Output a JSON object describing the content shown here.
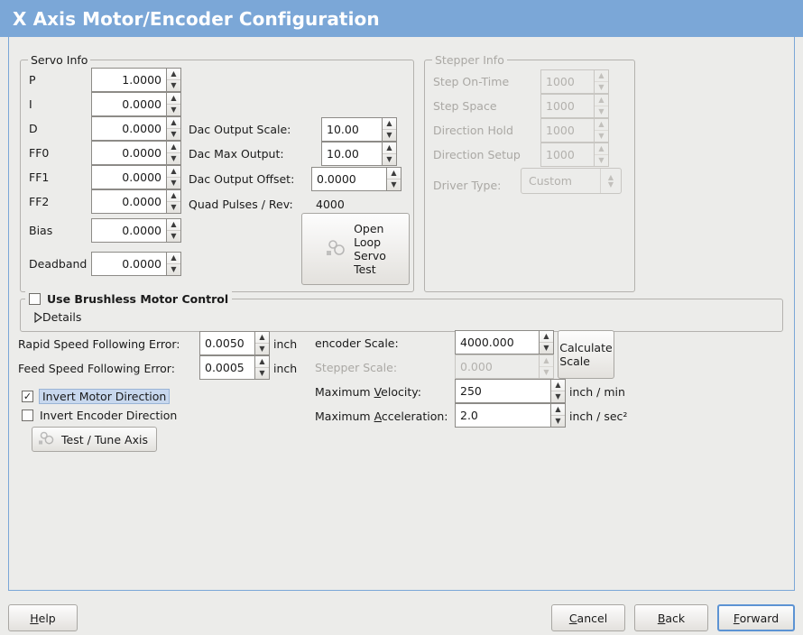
{
  "window": {
    "title": "X Axis Motor/Encoder Configuration",
    "title_bar_color": "#7ba7d7",
    "panel_border_color": "#7ba7d7",
    "background_color": "#ececea"
  },
  "servo_info": {
    "legend": "Servo Info",
    "enabled": true,
    "rows": [
      {
        "label": "P",
        "value": "1.0000"
      },
      {
        "label": "I",
        "value": "0.0000"
      },
      {
        "label": "D",
        "value": "0.0000"
      },
      {
        "label": "FF0",
        "value": "0.0000"
      },
      {
        "label": "FF1",
        "value": "0.0000"
      },
      {
        "label": "FF2",
        "value": "0.0000"
      },
      {
        "label": "Bias",
        "value": "0.0000"
      },
      {
        "label": "Deadband",
        "value": "0.0000"
      }
    ],
    "dac": [
      {
        "label": "Dac Output Scale:",
        "value": "10.00"
      },
      {
        "label": "Dac Max Output:",
        "value": "10.00"
      },
      {
        "label": "Dac Output Offset:",
        "value": "0.0000"
      }
    ],
    "quad_pulses_label": "Quad Pulses / Rev:",
    "quad_pulses_value": "4000",
    "open_loop_button": {
      "label": "Open\nLoop\nServo\nTest",
      "icon": "gears-icon"
    }
  },
  "stepper_info": {
    "legend": "Stepper Info",
    "enabled": false,
    "rows": [
      {
        "label": "Step On-Time",
        "value": "1000"
      },
      {
        "label": "Step Space",
        "value": "1000"
      },
      {
        "label": "Direction Hold",
        "value": "1000"
      },
      {
        "label": "Direction Setup",
        "value": "1000"
      }
    ],
    "driver_type_label": "Driver Type:",
    "driver_type_value": "Custom"
  },
  "brushless": {
    "checkbox_label": "Use Brushless Motor Control",
    "checked": false,
    "details_label": "Details",
    "details_expanded": false
  },
  "left_controls": {
    "rapid_label": "Rapid Speed Following Error:",
    "rapid_value": "0.0050",
    "rapid_unit": "inch",
    "feed_label": "Feed Speed Following Error:",
    "feed_value": "0.0005",
    "feed_unit": "inch",
    "invert_motor_label": "Invert Motor Direction",
    "invert_motor_checked": true,
    "invert_motor_focused": true,
    "invert_encoder_label": "Invert Encoder Direction",
    "invert_encoder_checked": false,
    "test_tune_label": "Test / Tune Axis",
    "test_tune_icon": "gears-icon"
  },
  "right_controls": {
    "encoder_scale_label": "encoder Scale:",
    "encoder_scale_value": "4000.000",
    "stepper_scale_label": "Stepper Scale:",
    "stepper_scale_value": "0.000",
    "stepper_scale_enabled": false,
    "calculate_scale_label": "Calculate\nScale",
    "max_velocity_label_a": "Maximum ",
    "max_velocity_mnemonic": "V",
    "max_velocity_label_b": "elocity:",
    "max_velocity_value": "250",
    "max_velocity_unit": "inch / min",
    "max_accel_label_a": "Maximum ",
    "max_accel_mnemonic": "A",
    "max_accel_label_b": "cceleration:",
    "max_accel_value": "2.0",
    "max_accel_unit": "inch / sec²"
  },
  "footer": {
    "help": {
      "pre": "",
      "mnemonic": "H",
      "post": "elp"
    },
    "cancel": {
      "pre": "",
      "mnemonic": "C",
      "post": "ancel"
    },
    "back": {
      "pre": "",
      "mnemonic": "B",
      "post": "ack"
    },
    "forward": {
      "pre": "",
      "mnemonic": "F",
      "post": "orward",
      "focused": true
    }
  }
}
